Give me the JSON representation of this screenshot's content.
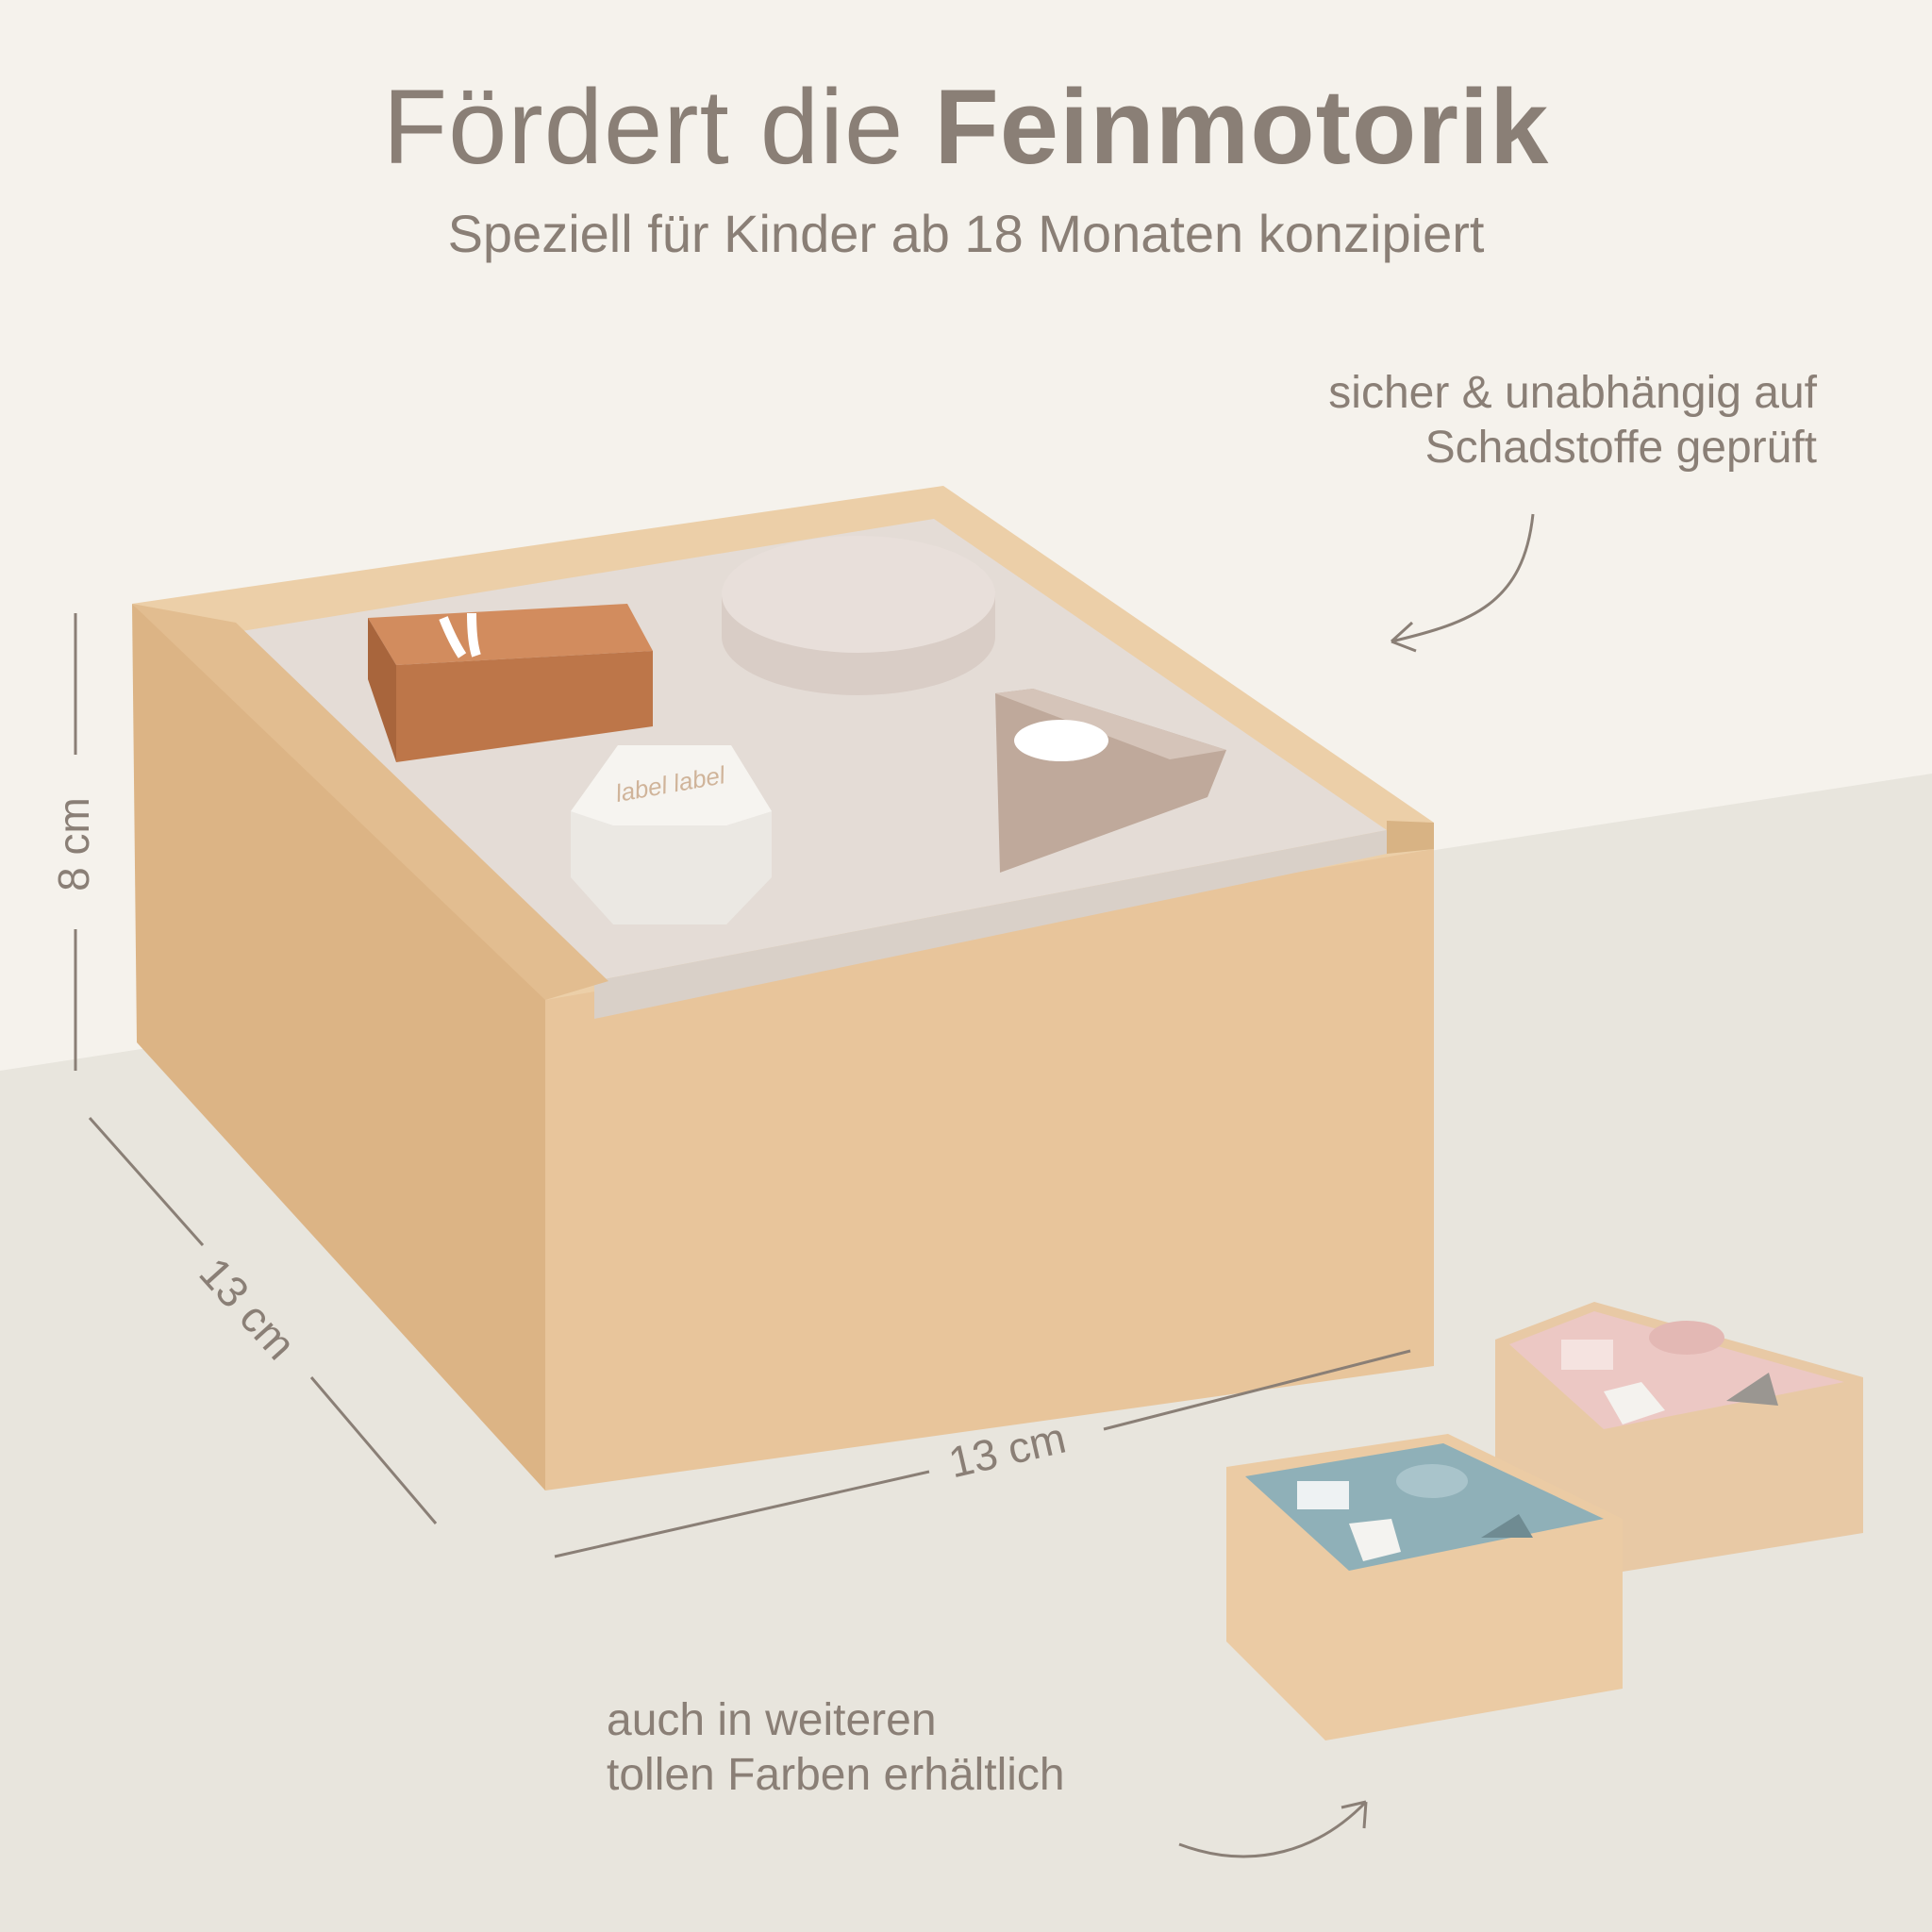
{
  "header": {
    "title_light": "Fördert die ",
    "title_bold": "Feinmotorik",
    "subtitle": "Speziell für Kinder ab 18 Monaten konzipiert"
  },
  "notes": {
    "safety_line1": "sicher & unabhängig auf",
    "safety_line2": "Schadstoffe geprüft",
    "colors_line1": "auch in weiteren",
    "colors_line2": "tollen Farben erhältlich"
  },
  "dimensions": {
    "height": "8 cm",
    "depth": "13 cm",
    "width": "13 cm"
  },
  "product": {
    "block_label": "label label"
  },
  "colors": {
    "background": "#f5f2ec",
    "floor": "#e8e5dd",
    "text": "#8a7f76",
    "wood": "#e6c39a",
    "lid": "#e4dcd6",
    "orange_block": "#c07a4e",
    "blue_variant": "#8fb0b8",
    "pink_variant": "#ecc8c4"
  }
}
